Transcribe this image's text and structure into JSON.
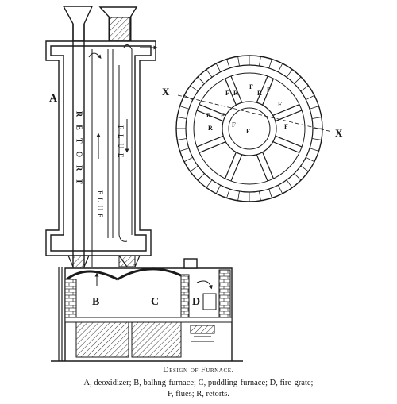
{
  "labels": {
    "a": "A",
    "b": "B",
    "c": "C",
    "d": "D",
    "x_left": "X",
    "x_right": "X",
    "f": "F",
    "r": "R",
    "retort_vertical": "RETORT",
    "flue_left_vertical": "FLUE",
    "flue_right_vertical": "FLUE"
  },
  "caption": {
    "title": "Design of Furnace.",
    "line1": "A, deoxidizer; B, balhng-furnace; C, puddling-furnace; D, fire-grate;",
    "line2": "F, flues; R, retorts."
  },
  "colors": {
    "ink": "#1a1a1a",
    "paper": "#ffffff",
    "brick": "#555555"
  }
}
